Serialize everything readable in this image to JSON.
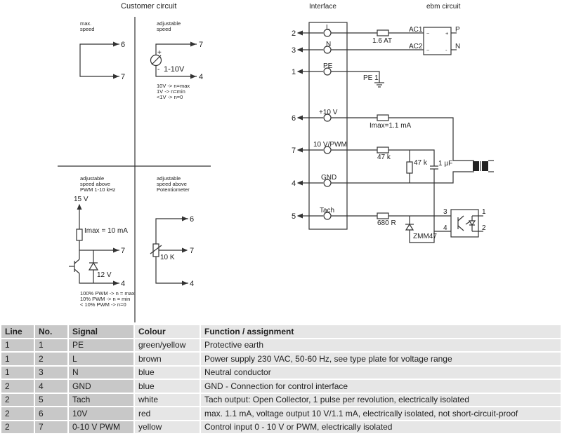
{
  "customer_circuit": {
    "title": "Customer circuit",
    "max_speed": {
      "label_line1": "max.",
      "label_line2": "speed",
      "terminal_top": "6",
      "terminal_bottom": "7"
    },
    "adjustable_speed": {
      "label_line1": "adjustable",
      "label_line2": "speed",
      "terminal_top": "7",
      "terminal_bottom": "4",
      "plus": "+",
      "minus": "-",
      "voltage": "1-10V",
      "notes": [
        "10V -> n=max",
        "1V  -> n=min",
        "<1V -> n=0"
      ]
    },
    "pwm": {
      "label_lines": [
        "adjustable",
        "speed above",
        "PWM 1-10 kHz"
      ],
      "supply": "15 V",
      "imax": "Imax = 10 mA",
      "zener": "12 V",
      "terminal_mid": "7",
      "terminal_bottom": "4",
      "notes": [
        "100% PWM -> n = max",
        "10% PWM -> n = min",
        "< 10% PWM -> n=0"
      ]
    },
    "potentiometer": {
      "label_lines": [
        "adjustable",
        "speed above",
        "Potentiometer"
      ],
      "value": "10 K",
      "terminal_top": "6",
      "terminal_mid": "7",
      "terminal_bottom": "4"
    }
  },
  "interface": {
    "title": "Interface",
    "pins": [
      {
        "no": "2",
        "label": "L"
      },
      {
        "no": "3",
        "label": "N"
      },
      {
        "no": "1",
        "label": "PE"
      },
      {
        "no": "6",
        "label": "+10 V"
      },
      {
        "no": "7",
        "label": "10 V/PWM"
      },
      {
        "no": "4",
        "label": "GND"
      },
      {
        "no": "5",
        "label": "Tach"
      }
    ]
  },
  "ebm_circuit": {
    "title": "ebm circuit",
    "fuse": "1.6 AT",
    "ac1": "AC1",
    "ac2": "AC2",
    "p": "P",
    "n": "N",
    "tilde": "~",
    "plus": "+",
    "minus": "-",
    "pe1": "PE 1",
    "imax": "Imax=1.1 mA",
    "r47_series": "47 k",
    "r47_shunt": "47 k",
    "cap": "1 µF",
    "r680": "680 R",
    "zener": "ZMM47",
    "opto_pins": [
      "3",
      "4",
      "1",
      "2"
    ]
  },
  "table": {
    "headers": [
      "Line",
      "No.",
      "Signal",
      "Colour",
      "Function / assignment"
    ],
    "rows": [
      [
        "1",
        "1",
        "PE",
        "green/yellow",
        "Protective earth"
      ],
      [
        "1",
        "2",
        "L",
        "brown",
        "Power supply 230 VAC, 50-60 Hz, see type plate for voltage range"
      ],
      [
        "1",
        "3",
        "N",
        "blue",
        "Neutral conductor"
      ],
      [
        "2",
        "4",
        "GND",
        "blue",
        "GND - Connection for control interface"
      ],
      [
        "2",
        "5",
        "Tach",
        "white",
        "Tach output: Open Collector, 1 pulse per revolution, electrically isolated"
      ],
      [
        "2",
        "6",
        "10V",
        "red",
        "max. 1.1 mA, voltage output 10 V/1.1 mA, electrically isolated, not short-circuit-proof"
      ],
      [
        "2",
        "7",
        "0-10 V PWM",
        "yellow",
        "Control input 0 - 10 V or PWM, electrically isolated"
      ]
    ]
  }
}
